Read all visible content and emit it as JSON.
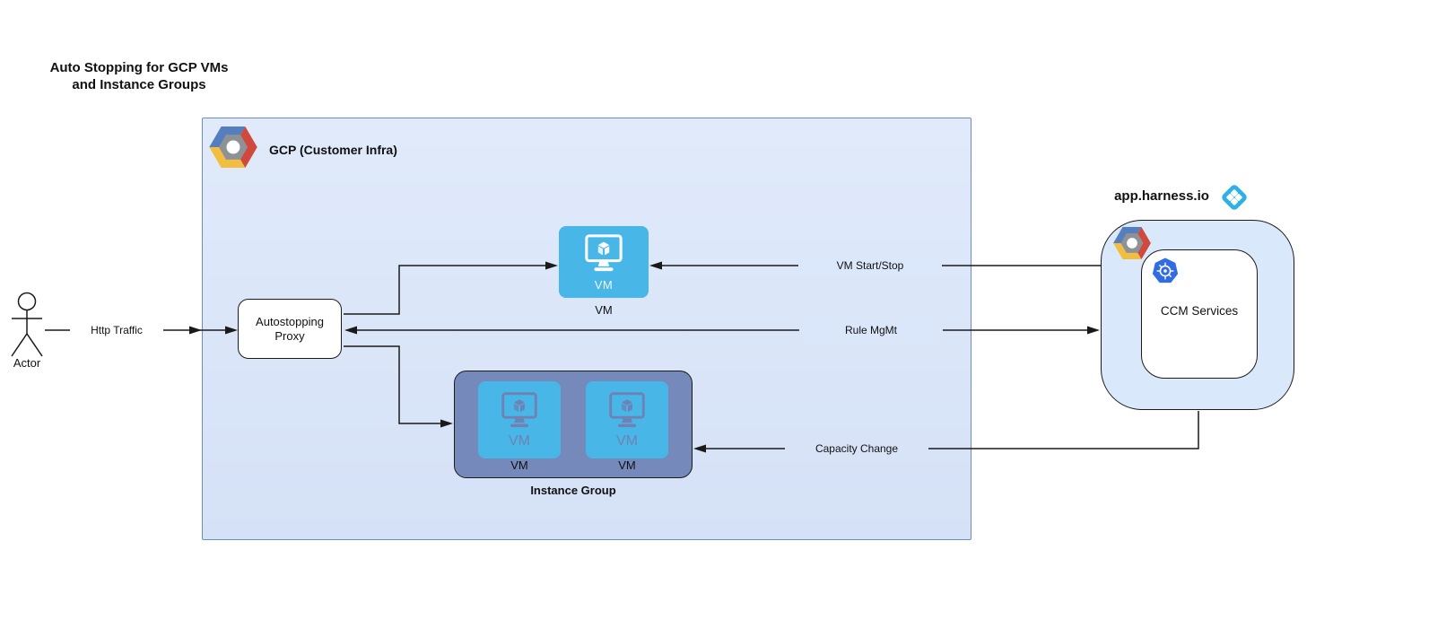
{
  "title": "Auto Stopping for GCP VMs\nand Instance Groups",
  "actor": {
    "label": "Actor"
  },
  "gcp": {
    "label": "GCP (Customer Infra)"
  },
  "proxy": {
    "label": "Autostopping Proxy"
  },
  "vm": {
    "icon_text": "VM",
    "label": "VM"
  },
  "instance_group": {
    "label": "Instance Group",
    "vms": [
      {
        "icon_text": "VM",
        "label": "VM"
      },
      {
        "icon_text": "VM",
        "label": "VM"
      }
    ]
  },
  "harness": {
    "domain": "app.harness.io",
    "ccm_label": "CCM Services"
  },
  "edges": {
    "http_traffic": "Http Traffic",
    "vm_start_stop": "VM Start/Stop",
    "rule_mgmt": "Rule MgMt",
    "capacity_change": "Capacity Change"
  },
  "icons": {
    "gcp": "gcp-hexagon-logo",
    "harness": "harness-logo",
    "kubernetes": "kubernetes-logo",
    "vm": "vm-monitor",
    "actor": "stick-figure"
  },
  "colors": {
    "gcp_box_fill": "#dbe7fa",
    "gcp_box_border": "#6c8ebf",
    "instance_group_fill": "#7589bb",
    "vm_blue": "#49b6e8",
    "harness_box_fill": "#dae8fc",
    "harness_logo_blue": "#2fb1e5",
    "kubernetes_blue": "#326ce5",
    "line_color": "#1a1a1a"
  }
}
